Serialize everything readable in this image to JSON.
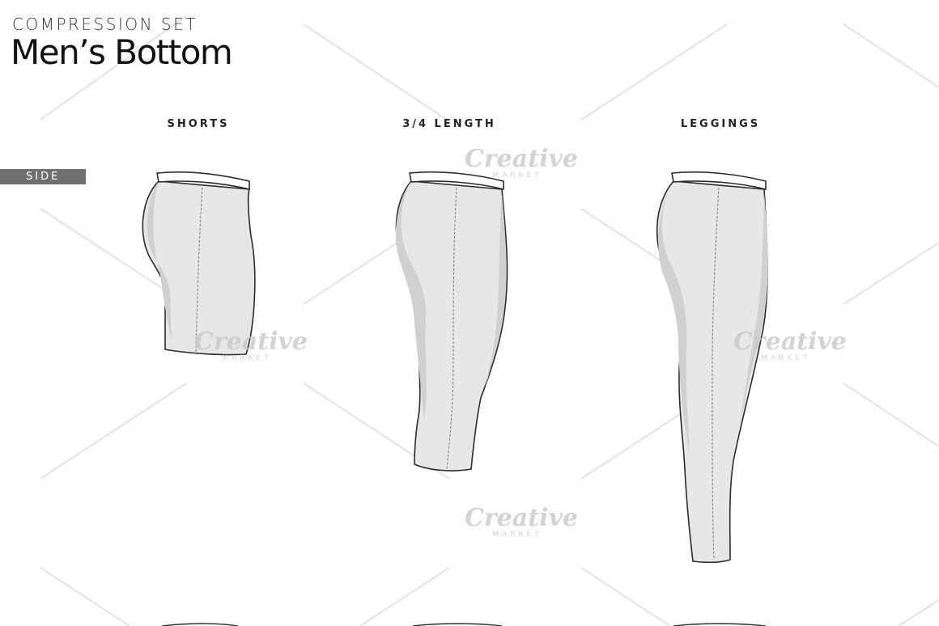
{
  "header": {
    "kicker": "COMPRESSION SET",
    "title": "Men’s Bottom"
  },
  "view_tag": "SIDE",
  "columns": [
    {
      "label": "SHORTS"
    },
    {
      "label": "3/4 LENGTH"
    },
    {
      "label": "LEGGINGS"
    }
  ],
  "watermark": {
    "text": "Creative",
    "subtext": "MARKET"
  },
  "colors": {
    "garment_fill": "#e6e7e8",
    "garment_shade": "#cfd0d2",
    "waistband": "#ffffff",
    "outline": "#2b2b2b",
    "tag_bg": "#707070"
  }
}
